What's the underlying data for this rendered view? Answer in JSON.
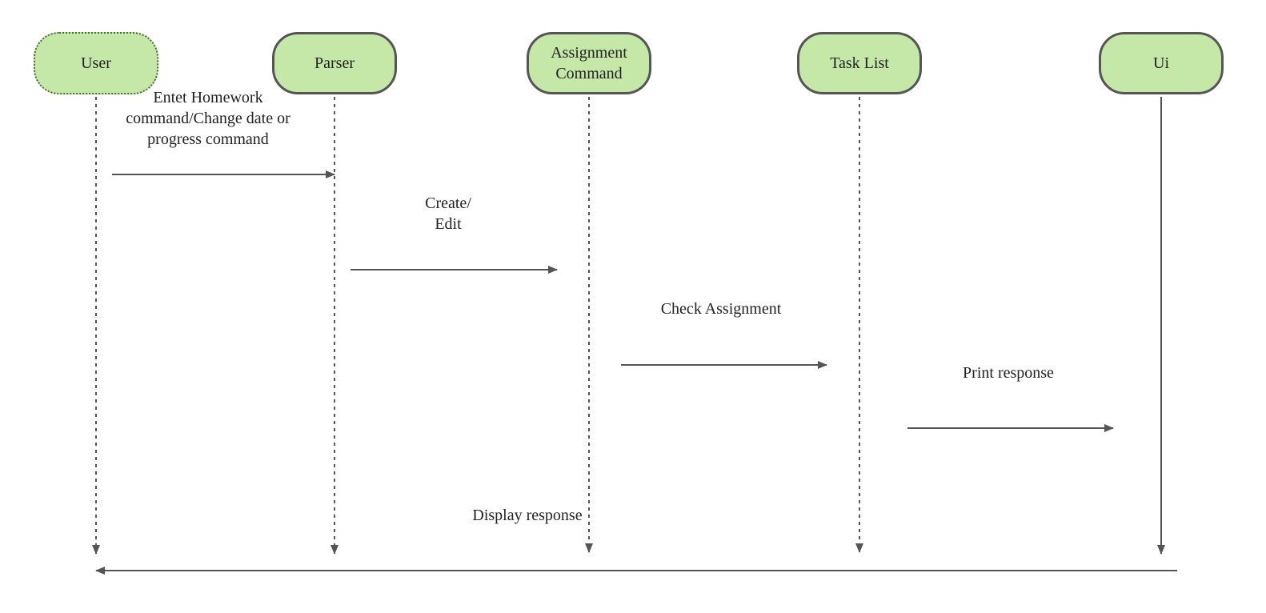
{
  "colors": {
    "actor_fill": "#c5e8a8",
    "actor_border": "#555555",
    "line": "#555555",
    "text": "#222222",
    "background": "#ffffff"
  },
  "actors": [
    {
      "id": "user",
      "label": "User",
      "border_style": "dotted"
    },
    {
      "id": "parser",
      "label": "Parser",
      "border_style": "solid"
    },
    {
      "id": "assignment",
      "label": "Assignment\nCommand",
      "border_style": "solid"
    },
    {
      "id": "tasklist",
      "label": "Task List",
      "border_style": "solid"
    },
    {
      "id": "ui",
      "label": "Ui",
      "border_style": "solid"
    }
  ],
  "messages": [
    {
      "from": "user",
      "to": "parser",
      "label": "Entet Homework\ncommand/Change date or\nprogress command"
    },
    {
      "from": "parser",
      "to": "assignment",
      "label": "Create/\nEdit"
    },
    {
      "from": "assignment",
      "to": "tasklist",
      "label": "Check Assignment"
    },
    {
      "from": "tasklist",
      "to": "ui",
      "label": "Print response"
    },
    {
      "from": "ui",
      "to": "user",
      "label": "Display response"
    }
  ]
}
